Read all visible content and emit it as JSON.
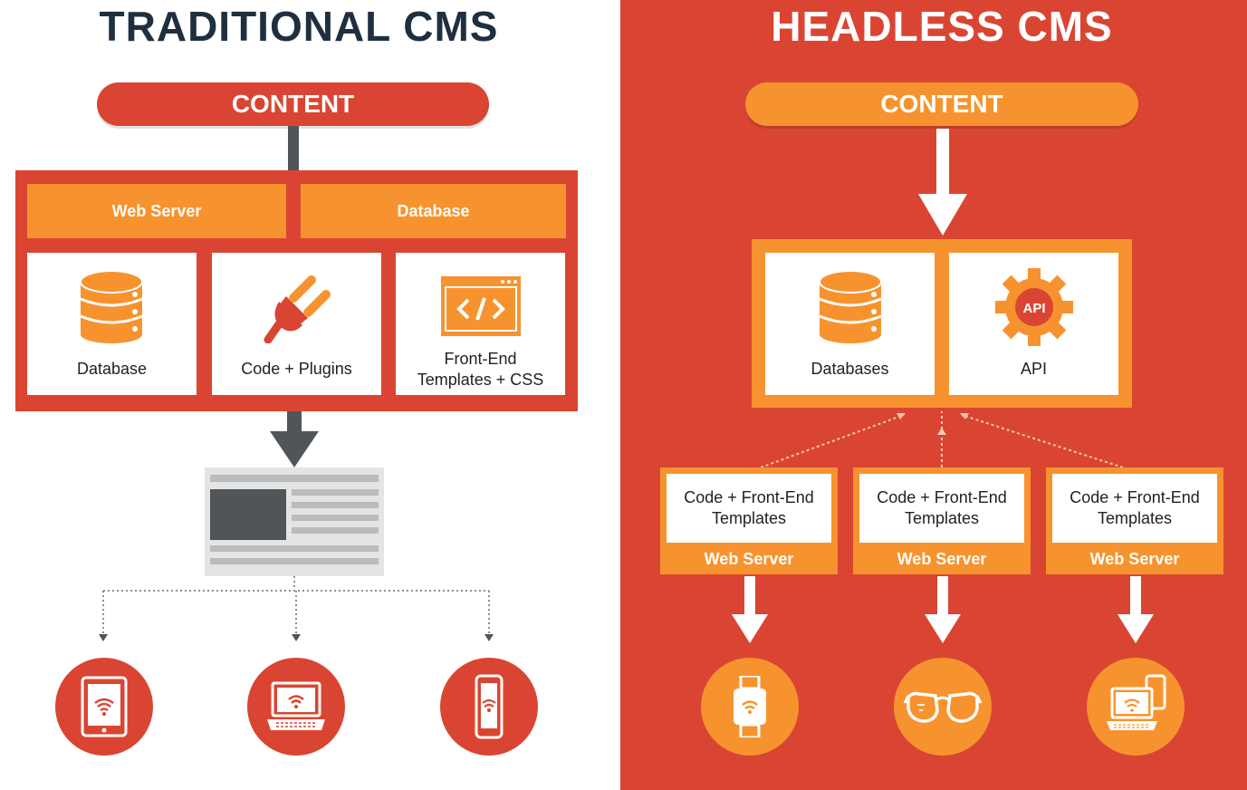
{
  "colors": {
    "red": "#d94532",
    "orange": "#f7932e",
    "dark_gray": "#505559",
    "light_gray": "#dcdcdc",
    "navy": "#1f2f3f"
  },
  "traditional": {
    "title": "TRADITIONAL CMS",
    "content_label": "CONTENT",
    "tabs": [
      "Web Server",
      "Database"
    ],
    "cards": [
      {
        "icon": "database-icon",
        "label": "Database"
      },
      {
        "icon": "plug-icon",
        "label": "Code + Plugins"
      },
      {
        "icon": "code-window-icon",
        "label_line1": "Front-End",
        "label_line2": "Templates + CSS"
      }
    ],
    "devices": [
      "tablet-icon",
      "laptop-icon",
      "smartphone-icon"
    ]
  },
  "headless": {
    "title": "HEADLESS CMS",
    "content_label": "CONTENT",
    "cards": [
      {
        "icon": "database-icon",
        "label": "Databases"
      },
      {
        "icon": "api-gear-icon",
        "label": "API",
        "icon_text": "API"
      }
    ],
    "servers": [
      {
        "line1": "Code + Front-End",
        "line2": "Templates",
        "footer": "Web Server"
      },
      {
        "line1": "Code + Front-End",
        "line2": "Templates",
        "footer": "Web Server"
      },
      {
        "line1": "Code + Front-End",
        "line2": "Templates",
        "footer": "Web Server"
      }
    ],
    "devices": [
      "smartwatch-icon",
      "smart-glasses-icon",
      "desktop-devices-icon"
    ]
  }
}
